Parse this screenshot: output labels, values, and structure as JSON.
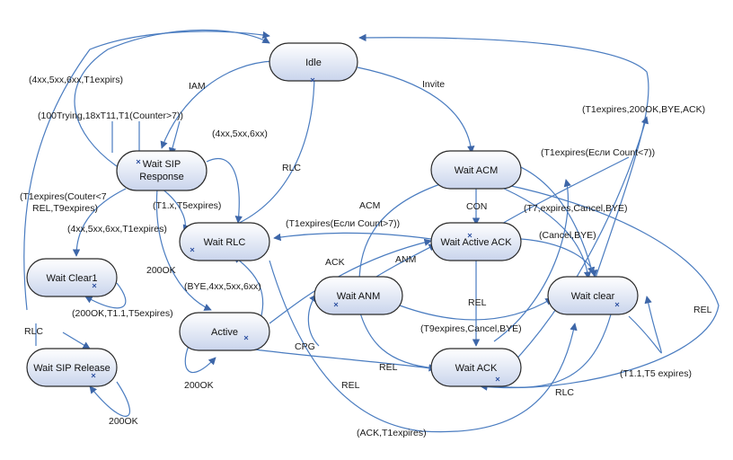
{
  "states": {
    "idle": "Idle",
    "wait_sip_response_1": "Wait SIP",
    "wait_sip_response_2": "Response",
    "wait_acm": "Wait ACM",
    "wait_rlc": "Wait RLC",
    "wait_active_ack": "Wait Active ACK",
    "wait_clear1": "Wait Clear1",
    "wait_anm": "Wait ANM",
    "wait_clear": "Wait clear",
    "active": "Active",
    "wait_sip_release": "Wait SIP Release",
    "wait_ack": "Wait ACK"
  },
  "labels": {
    "l_4xx_t1": "(4xx,5xx,6xx,T1expirs)",
    "iam": "IAM",
    "invite": "Invite",
    "l_100trying": "(100Trying,18xT11,T1(Counter>7))",
    "l_4xx_short": "(4xx,5xx,6xx)",
    "l_t1exp_200ok": "(T1expires,200OK,BYE,ACK)",
    "rlc_mid": "RLC",
    "l_t1exp_count_lt7": "(T1expires(Если Count<7))",
    "l_t1exp_couter": "(T1expires(Couter<7",
    "l_rel_t9": "REL,T9expires)",
    "l_t1_t5": "(T1.x,T5expires)",
    "acm": "ACM",
    "con": "CON",
    "l_t7": "(T7,expires,Cancel,BYE)",
    "l_4xx_t1b": "(4xx,5xx,6xx,T1expires)",
    "l_t1exp_count_gt7": "(T1expires(Если Count>7))",
    "l_cancel_bye": "(Cancel,BYE)",
    "ack_left": "ACK",
    "anm": "ANM",
    "ok200_a": "200OK",
    "l_bye_4xx": "(BYE,4xx,5xx,6xx)",
    "rel_mid": "REL",
    "l_200ok_t11": "(200OK,T1.1,T5expires)",
    "rel_right": "REL",
    "rlc_left": "RLC",
    "cpg": "CPG",
    "l_t9exp_cancel": "(T9expires,Cancel,BYE)",
    "rel_anm": "REL",
    "ok200_b": "200OK",
    "rel_bottom": "REL",
    "l_t11_t5": "(T1.1,T5 expires)",
    "rlc_bottom": "RLC",
    "ok200_c": "200OK",
    "l_ack_t1": "(ACK,T1expires)"
  }
}
